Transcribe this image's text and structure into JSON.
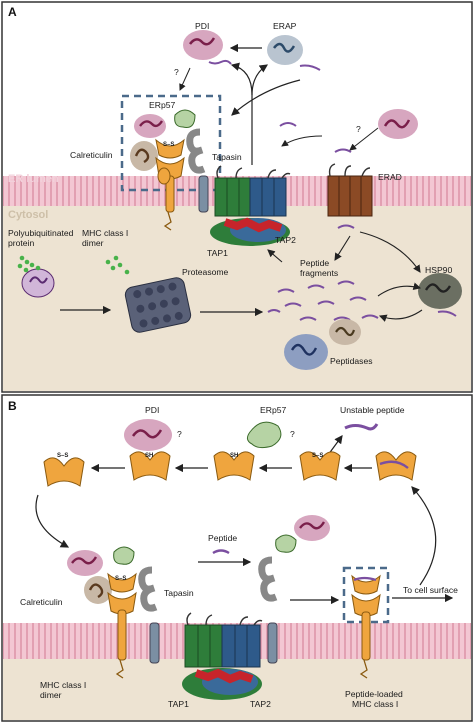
{
  "panel_a": {
    "letter": "A",
    "region_lumen": "ER lumen",
    "region_cytosol": "Cytosol",
    "pdi": "PDI",
    "erap": "ERAP",
    "erp57": "ERp57",
    "calreticulin": "Calreticulin",
    "tapasin": "Tapasin",
    "mhc_line1": "MHC class I",
    "mhc_line2": "dimer",
    "tap1": "TAP1",
    "tap2": "TAP2",
    "erad": "ERAD",
    "polyub_line1": "Polyubiquitinated",
    "polyub_line2": "protein",
    "proteasome": "Proteasome",
    "peptide_frag_line1": "Peptide",
    "peptide_frag_line2": "fragments",
    "hsp90": "HSP90",
    "peptidases": "Peptidases",
    "q1": "?",
    "q2": "?"
  },
  "panel_b": {
    "letter": "B",
    "pdi": "PDI",
    "erp57": "ERp57",
    "unstable_peptide": "Unstable peptide",
    "peptide": "Peptide",
    "calreticulin": "Calreticulin",
    "tapasin": "Tapasin",
    "to_cell_surface": "To cell surface",
    "mhc_line1": "MHC class I",
    "mhc_line2": "dimer",
    "tap1": "TAP1",
    "tap2": "TAP2",
    "loaded_line1": "Peptide-loaded",
    "loaded_line2": "MHC class I",
    "q1": "?",
    "q2": "?",
    "ss": "S–S",
    "sh": "SH"
  },
  "colors": {
    "cytosol": "#ede3d2",
    "membrane": "#e8a7b9",
    "mhc": "#efa53e",
    "tap1": "#2e7d3a",
    "tap2": "#2e5a8a",
    "peptide": "#7b4fa0",
    "border": "#333333"
  }
}
